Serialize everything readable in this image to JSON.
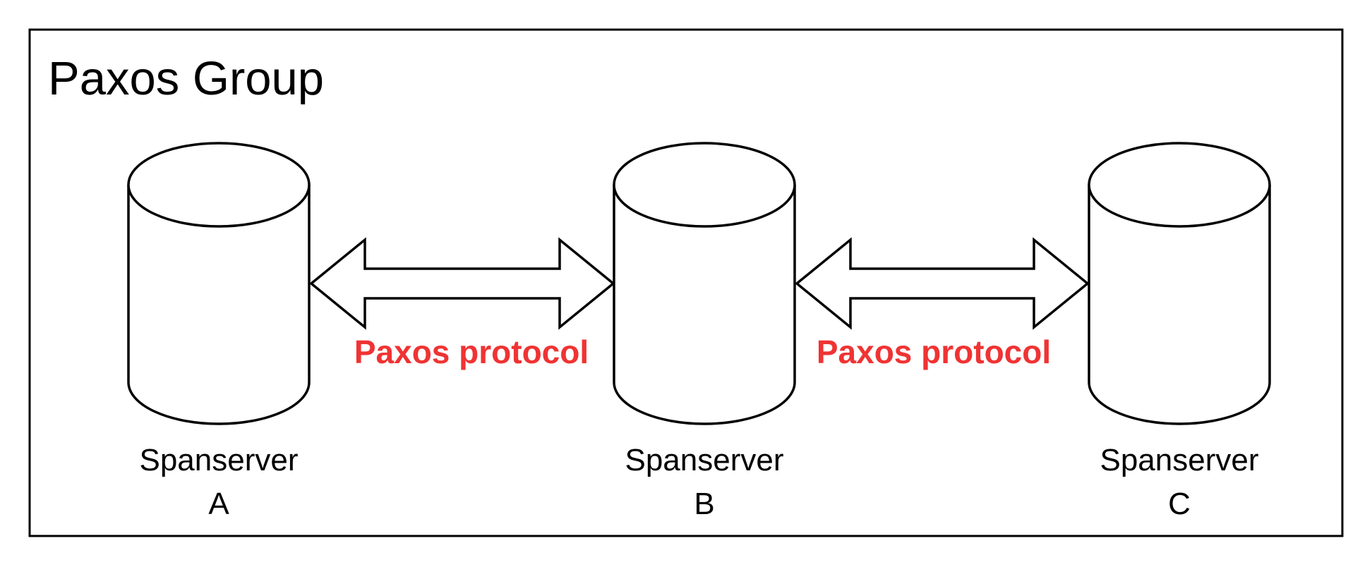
{
  "group": {
    "title": "Paxos Group"
  },
  "servers": [
    {
      "name": "Spanserver",
      "id": "A"
    },
    {
      "name": "Spanserver",
      "id": "B"
    },
    {
      "name": "Spanserver",
      "id": "C"
    }
  ],
  "links": [
    {
      "from": "A",
      "to": "B",
      "label": "Paxos protocol"
    },
    {
      "from": "B",
      "to": "C",
      "label": "Paxos protocol"
    }
  ],
  "colors": {
    "protocol_label": "#f03333",
    "stroke": "#000000"
  },
  "icons": {
    "server": "database-cylinder-icon",
    "link": "double-headed-arrow-icon"
  }
}
